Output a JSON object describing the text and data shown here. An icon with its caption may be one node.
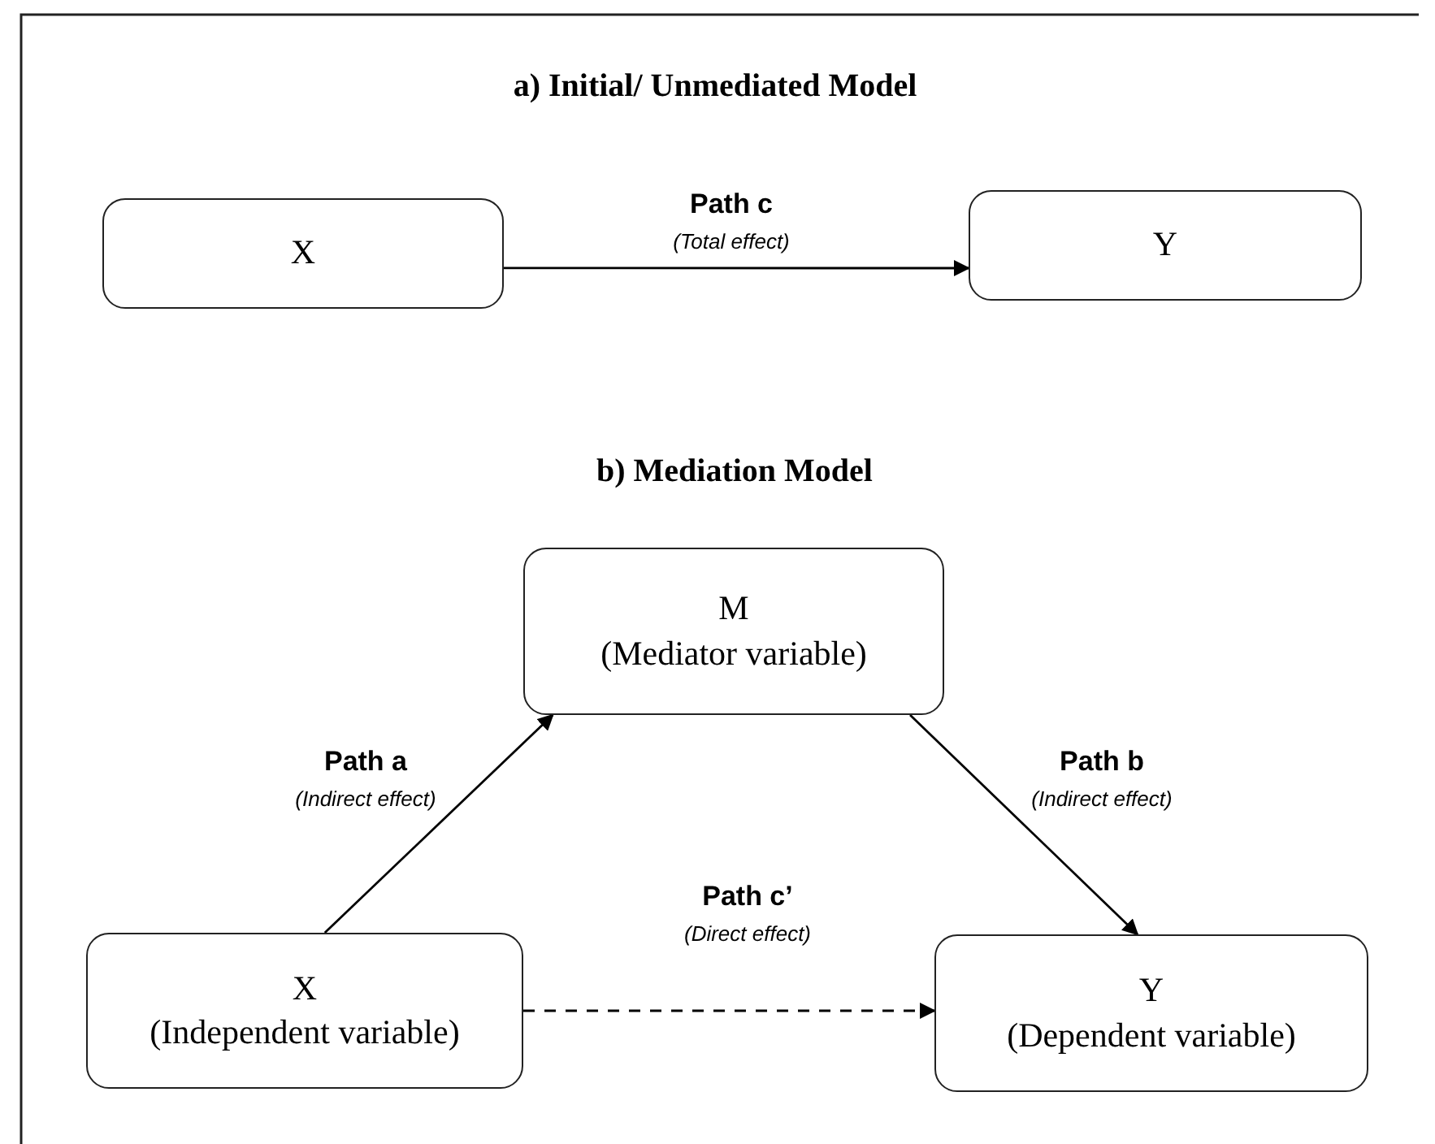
{
  "diagram": {
    "nodes": [
      {
        "text": [
          "X"
        ]
      },
      {
        "text": [
          "Y"
        ]
      },
      {
        "text": [
          "M",
          "(Mediator variable)"
        ]
      },
      {
        "text": [
          "X",
          "(Independent variable)"
        ]
      },
      {
        "text": [
          "Y",
          "(Dependent variable)"
        ]
      }
    ],
    "edges": [
      {
        "from": 0,
        "to": 1,
        "arrow": "to",
        "label": "**Path c** *(Total effect)*"
      },
      {
        "from": 3,
        "to": 2,
        "arrow": "to",
        "label": "**Path a** *(Indirect effect)*"
      },
      {
        "from": 2,
        "to": 4,
        "arrow": "to",
        "label": "**Path b** *(Indirect effect)*"
      },
      {
        "from": 3,
        "to": 4,
        "arrow": "to",
        "style": "dashed",
        "label": "**Path c’** *(Direct effect)*"
      }
    ],
    "labels": [
      "a) Initial/ Unmediated Model",
      "b) Mediation Model"
    ]
  }
}
